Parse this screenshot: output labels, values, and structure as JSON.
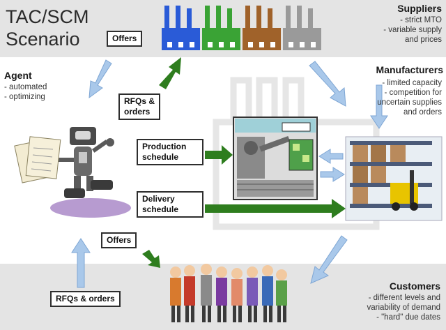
{
  "title_line1": "TAC/SCM",
  "title_line2": "Scenario",
  "suppliers": {
    "heading": "Suppliers",
    "notes": [
      "- strict MTO",
      "- variable supply",
      "and prices"
    ]
  },
  "manufacturers": {
    "heading": "Manufacturers",
    "notes": [
      "- limited capacity",
      "- competition for",
      "uncertain supplies",
      "and orders"
    ]
  },
  "agent": {
    "heading": "Agent",
    "notes": [
      "- automated",
      "- optimizing"
    ]
  },
  "customers": {
    "heading": "Customers",
    "notes": [
      "- different levels and",
      "variability of demand",
      "- \"hard\" due dates"
    ]
  },
  "labels": {
    "offers_top": "Offers",
    "rfqs_orders_top_1": "RFQs &",
    "rfqs_orders_top_2": "orders",
    "production_1": "Production",
    "production_2": "schedule",
    "delivery_1": "Delivery",
    "delivery_2": "schedule",
    "offers_bottom": "Offers",
    "rfqs_orders_bottom": "RFQs & orders"
  },
  "colors": {
    "band": "#e4e4e4",
    "arrow_blue": "#a9c8ea",
    "arrow_green": "#2e7d1e",
    "factory_blue": "#2a5bd7",
    "factory_green": "#3aa335",
    "factory_brown": "#a0622a",
    "factory_gray": "#9a9a9a"
  }
}
